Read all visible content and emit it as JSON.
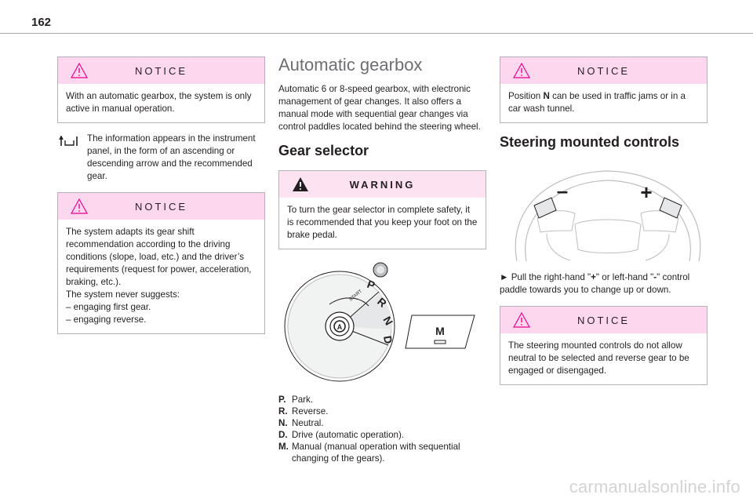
{
  "page_number": "162",
  "col1": {
    "notice1_title": "NOTICE",
    "notice1_text": "With an automatic gearbox, the system is only active in manual operation.",
    "info_text": "The information appears in the instrument panel, in the form of an ascending or descending arrow and the recommended gear.",
    "notice2_title": "NOTICE",
    "notice2_lines": [
      "The system adapts its gear shift recommendation according to the driving conditions (slope, load, etc.) and the driver’s requirements (request for power, acceleration, braking, etc.).",
      "The system never suggests:",
      "– engaging first gear.",
      "– engaging reverse."
    ]
  },
  "col2": {
    "title": "Automatic gearbox",
    "intro": "Automatic 6 or 8-speed gearbox, with electronic management of gear changes. It also offers a manual mode with sequential gear changes via control paddles located behind the steering wheel.",
    "subtitle": "Gear selector",
    "warning_title": "WARNING",
    "warning_text": "To turn the gear selector in complete safety, it is recommended that you keep your foot on the brake pedal.",
    "dial_letters": [
      "P",
      "R",
      "N",
      "D"
    ],
    "dial_start": "START",
    "dial_auto": "A",
    "m_button": "M",
    "legend": [
      {
        "key": "P.",
        "text": "Park."
      },
      {
        "key": "R.",
        "text": "Reverse."
      },
      {
        "key": "N.",
        "text": "Neutral."
      },
      {
        "key": "D.",
        "text": "Drive (automatic operation)."
      },
      {
        "key": "M.",
        "text": "Manual (manual operation with sequential changing of the gears)."
      }
    ]
  },
  "col3": {
    "notice1_title": "NOTICE",
    "notice1_pre": "Position ",
    "notice1_bold": "N",
    "notice1_post": " can be used in traffic jams or in a car wash tunnel.",
    "subtitle": "Steering mounted controls",
    "minus_label": "–",
    "plus_label": "+",
    "instruction_pre": "► Pull the right-hand \"",
    "instruction_plus": "+",
    "instruction_mid": "\" or left-hand \"",
    "instruction_minus": "-",
    "instruction_post": "\" control paddle towards you to change up or down.",
    "notice2_title": "NOTICE",
    "notice2_text": "The steering mounted controls do not allow neutral to be selected and reverse gear to be engaged or disengaged."
  },
  "watermark": "carmanualsonline.info",
  "colors": {
    "notice_header": "#fcd7ee",
    "warning_header": "#fde2f1",
    "icon_pink": "#ec008c",
    "rule": "#a7a9ac"
  }
}
